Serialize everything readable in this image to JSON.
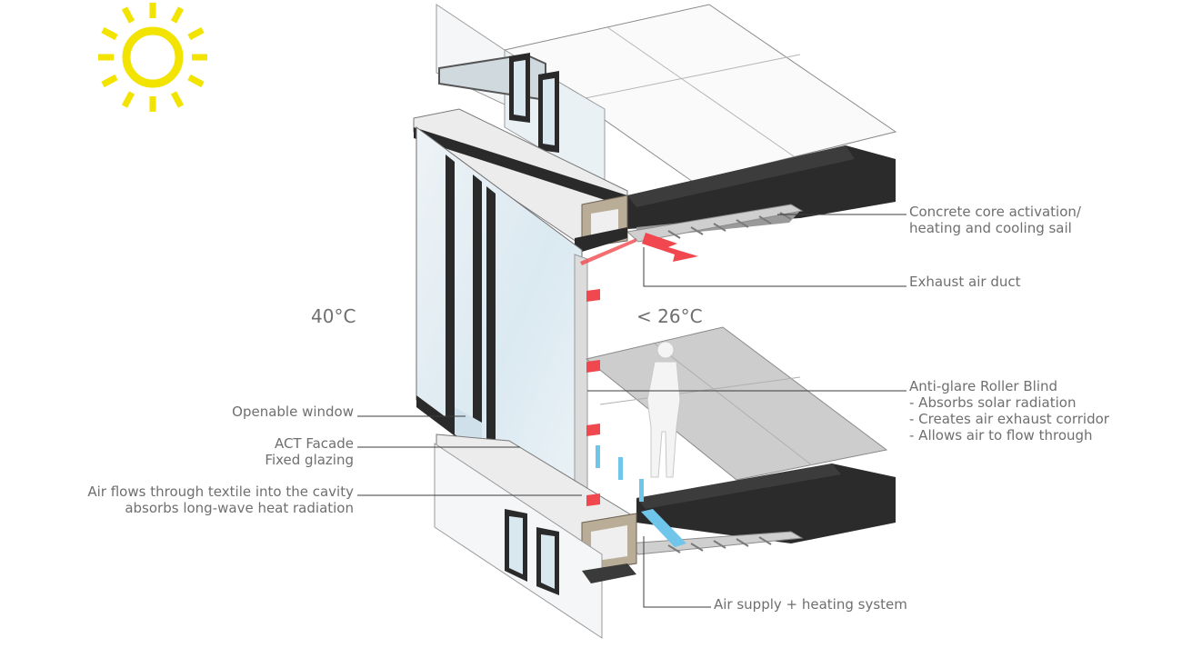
{
  "temperatures": {
    "outside": "40°C",
    "inside": "< 26°C"
  },
  "labels": {
    "concrete_core_line1": "Concrete core activation/",
    "concrete_core_line2": "heating and cooling sail",
    "exhaust_duct": "Exhaust air duct",
    "roller_blind_title": "Anti-glare Roller Blind",
    "roller_blind_b1": "- Absorbs solar radiation",
    "roller_blind_b2": "- Creates air exhaust corridor",
    "roller_blind_b3": "- Allows air to flow through",
    "openable_window": "Openable window",
    "act_facade_line1": "ACT Facade",
    "act_facade_line2": "Fixed glazing",
    "airflow_line1": "Air flows through textile into the cavity",
    "airflow_line2": "absorbs long-wave heat radiation",
    "air_supply": "Air supply + heating system"
  },
  "colors": {
    "sun": "#f2e300",
    "warm_air": "#f0484e",
    "cool_air": "#6fc6ea",
    "slab_dark": "#2b2b2b",
    "label_text": "#6f6f6f"
  }
}
